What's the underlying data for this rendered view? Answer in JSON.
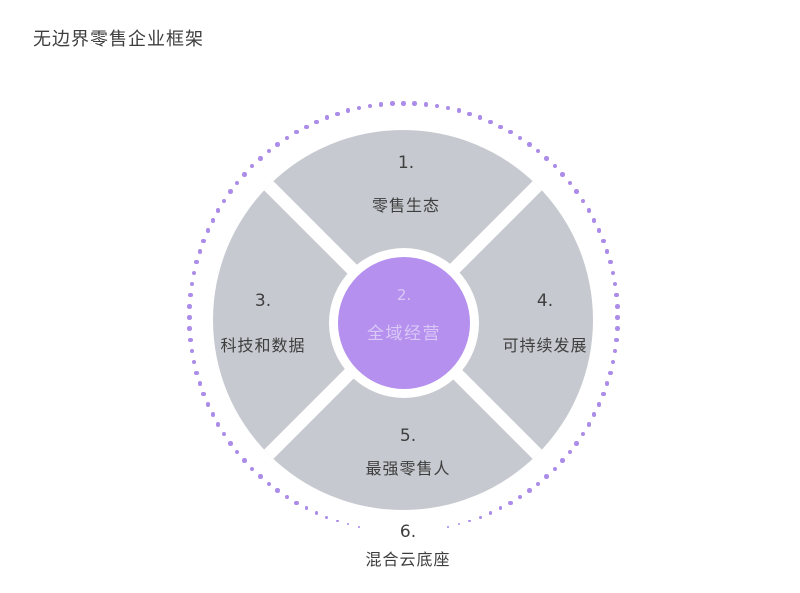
{
  "title": "无边界零售企业框架",
  "diagram": {
    "center": {
      "number": "2.",
      "label": "全域经营"
    },
    "segments": [
      {
        "number": "1.",
        "label": "零售生态",
        "position": "top"
      },
      {
        "number": "3.",
        "label": "科技和数据",
        "position": "left"
      },
      {
        "number": "4.",
        "label": "可持续发展",
        "position": "right"
      },
      {
        "number": "5.",
        "label": "最强零售人",
        "position": "bottom"
      }
    ],
    "outer": {
      "number": "6.",
      "label": "混合云底座"
    },
    "colors": {
      "background": "#ffffff",
      "segment_gray": "#c6c9cf",
      "band_white": "#ffffff",
      "center_purple": "#b590ee",
      "center_text": "#dac8f7",
      "dot_purple": "#ab8ce9",
      "text_dark": "#3e3e3e"
    }
  }
}
